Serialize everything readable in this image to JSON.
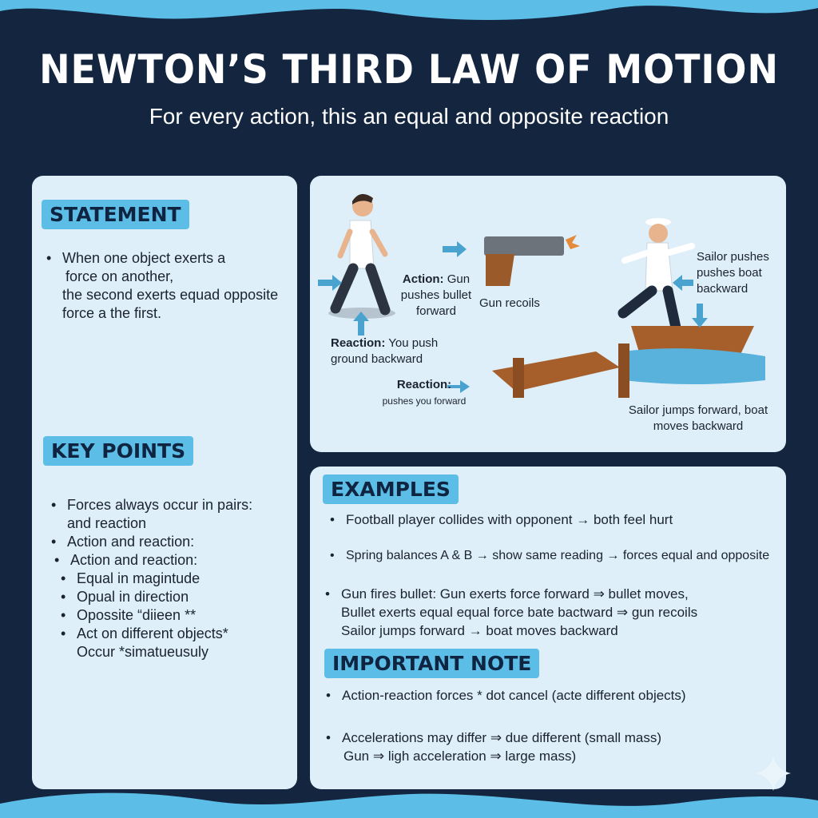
{
  "title": "NEWTON’S THIRD LAW OF MOTION",
  "subtitle": "For every action, this an equal and opposite reaction",
  "statement": {
    "heading": "STATEMENT",
    "lines": [
      "When one object exerts a",
      "force on another,",
      "the second exerts equad opposite",
      "force a the first."
    ]
  },
  "key_points": {
    "heading": "KEY POINTS",
    "items": [
      "Forces always occur in pairs:",
      "and reaction",
      "Action and reaction:",
      "Action and reaction:",
      "Equal in magintude",
      "Opual in direction",
      "Opossite “diieen **",
      "Act on different objects*",
      "Occur *simatueusuly"
    ]
  },
  "diagram": {
    "action_gun_bold": "Action:",
    "action_gun": " Gun pushes bullet forward",
    "gun_recoils": "Gun recoils",
    "reaction_ground_bold": "Reaction:",
    "reaction_ground": " You push ground backward",
    "reaction_bold": "Reaction:",
    "reaction_forward": "pushes you forward",
    "sailor_pushes": "Sailor pushes pushes boat backward",
    "sailor_jumps": "Sailor jumps forward, boat moves backward"
  },
  "examples": {
    "heading": "EXAMPLES",
    "items": [
      "Football player collides with opponent → both feel hurt",
      "Spring balances A & B → show same reading → forces equal and opposite",
      "Gun fires bullet: Gun exerts force forward ⇒ bullet moves,",
      "Bullet exerts equal equal force bate bactward ⇒ gun recoils",
      "Sailor jumps forward → boat moves backward"
    ]
  },
  "important_note": {
    "heading": "IMPORTANT NOTE",
    "items": [
      "Action-reaction forces * dot cancel (acte different objects)",
      "Accelerations may differ ⇒ due different (small mass)",
      "Gun ⇒ ligh acceleration ⇒ large mass)"
    ]
  },
  "colors": {
    "background": "#13253f",
    "panel": "#deeff9",
    "accent": "#5cbde6"
  }
}
